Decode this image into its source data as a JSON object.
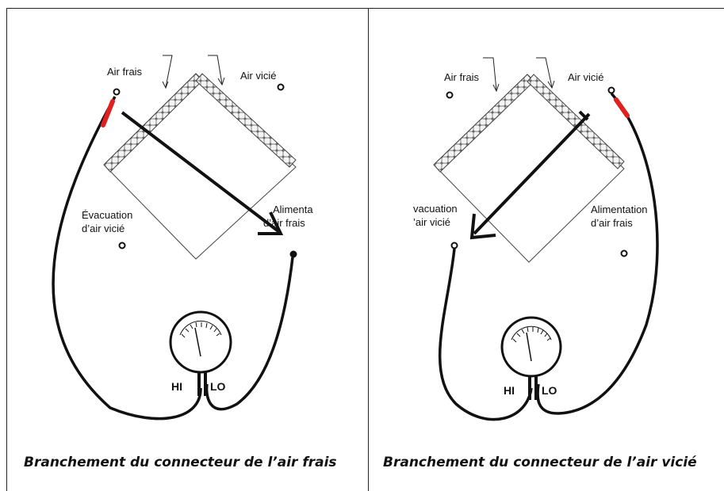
{
  "panels": [
    {
      "labels": {
        "fresh_air": "Air frais",
        "stale_air": "Air vicié",
        "exhaust_line1": "Évacuation",
        "exhaust_line2": "d’air vicié",
        "supply_line1": "Alimenta",
        "supply_line2": "d’air frais"
      },
      "gauge": {
        "hi": "HI",
        "lo": "LO"
      },
      "caption": "Branchement du connecteur de l’air frais"
    },
    {
      "labels": {
        "fresh_air": "Air frais",
        "stale_air": "Air vicié",
        "exhaust_line1": "vacuation",
        "exhaust_line2": "’air vicié",
        "supply_line1": "Alimentation",
        "supply_line2": "d’air frais"
      },
      "gauge": {
        "hi": "HI",
        "lo": "LO"
      },
      "caption": "Branchement du connecteur de l’air vicié"
    }
  ],
  "colors": {
    "ink": "#111111",
    "tube_tip": "#e02020",
    "filter_fill": "#dcdcdc"
  }
}
